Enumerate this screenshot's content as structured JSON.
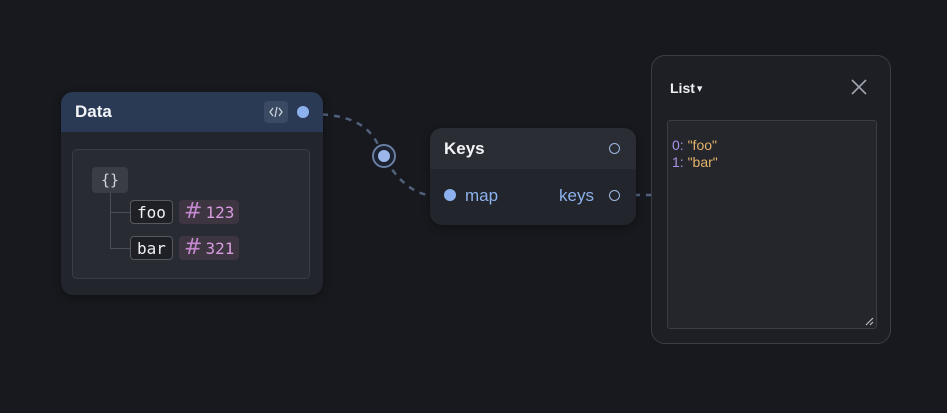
{
  "nodes": {
    "data": {
      "title": "Data",
      "object_glyph": "{}",
      "entries": [
        {
          "key": "foo",
          "hash": "#",
          "value": "123"
        },
        {
          "key": "bar",
          "hash": "#",
          "value": "321"
        }
      ]
    },
    "keys": {
      "title": "Keys",
      "input_label": "map",
      "output_label": "keys"
    }
  },
  "list_panel": {
    "title": "List",
    "dropdown_glyph": "▾",
    "rows": [
      {
        "index": "0:",
        "value": "\"foo\""
      },
      {
        "index": "1:",
        "value": "\"bar\""
      }
    ]
  },
  "colors": {
    "background": "#17191e",
    "port": "#8db1ee",
    "data_header": "#2a3a55",
    "number": "#d79be0",
    "string": "#e2b26a",
    "index": "#aa93e6"
  }
}
